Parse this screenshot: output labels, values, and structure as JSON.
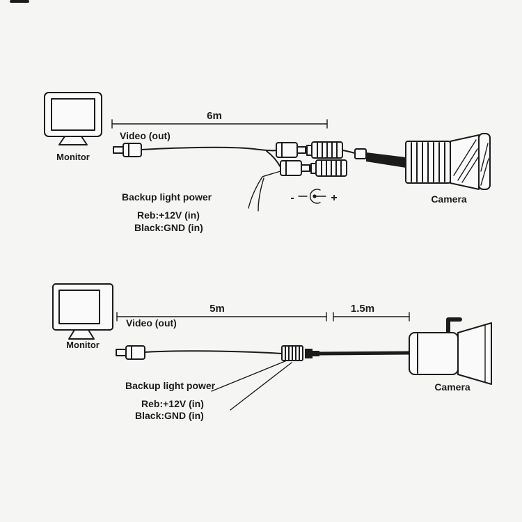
{
  "top": {
    "monitor_label": "Monitor",
    "video_out": "Video (out)",
    "cable_length": "6m",
    "backup_light_power": "Backup light power",
    "red_line": "Reb:+12V (in)",
    "black_line": "Black:GND (in)",
    "polarity_minus": "-",
    "polarity_plus": "+",
    "camera_label": "Camera"
  },
  "bottom": {
    "monitor_label": "Monitor",
    "video_out": "Video (out)",
    "cable_length_main": "5m",
    "cable_length_ext": "1.5m",
    "backup_light_power": "Backup light power",
    "red_line": "Reb:+12V (in)",
    "black_line": "Black:GND (in)",
    "camera_label": "Camera"
  }
}
